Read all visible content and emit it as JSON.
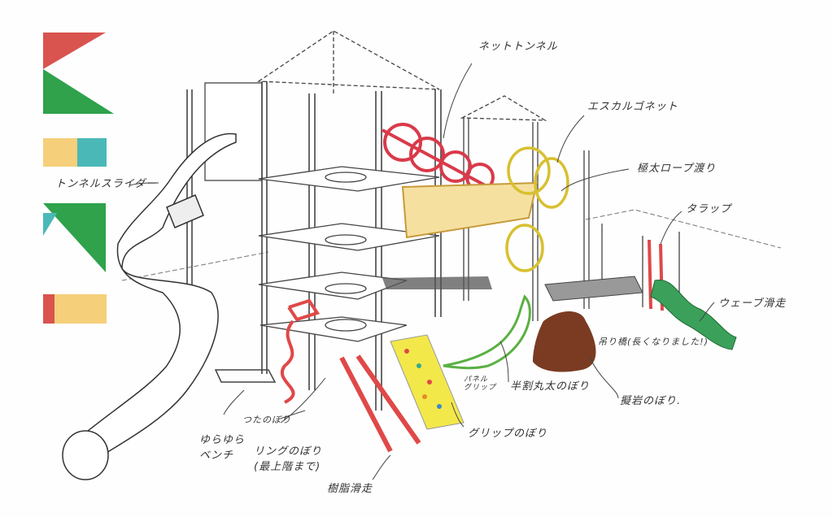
{
  "colors": {
    "red": "#d9534f",
    "green": "#2fa24b",
    "yellow": "#f5cf7a",
    "teal": "#4bb8b8",
    "brown": "#7a3b22",
    "slide_red": "#e04848",
    "wave_green": "#3aa05a",
    "rock_yellow": "#f3e84a"
  },
  "labels": {
    "net_tunnel": "ネットトンネル",
    "escargot_net": "エスカルゴネット",
    "rope_crossing": "極太ロープ渡り",
    "trap": "タラップ",
    "wave_slide": "ウェーブ滑走",
    "suspension_bridge": "吊り橋(長くなりました!)",
    "rock_climb": "擬岩のぼり.",
    "half_log_climb": "半割丸太のぼり",
    "panel_grip_1": "パネル",
    "panel_grip_2": "グリップ",
    "grip_climb": "グリップのぼり",
    "resin_slide": "樹脂滑走",
    "ring_climb_1": "リングのぼり",
    "ring_climb_2": "(最上階まで)",
    "ivy_climb": "つたのぼり",
    "swing_bench_1": "ゆらゆら",
    "swing_bench_2": "ベンチ",
    "tunnel_slider": "トンネルスライダー"
  }
}
